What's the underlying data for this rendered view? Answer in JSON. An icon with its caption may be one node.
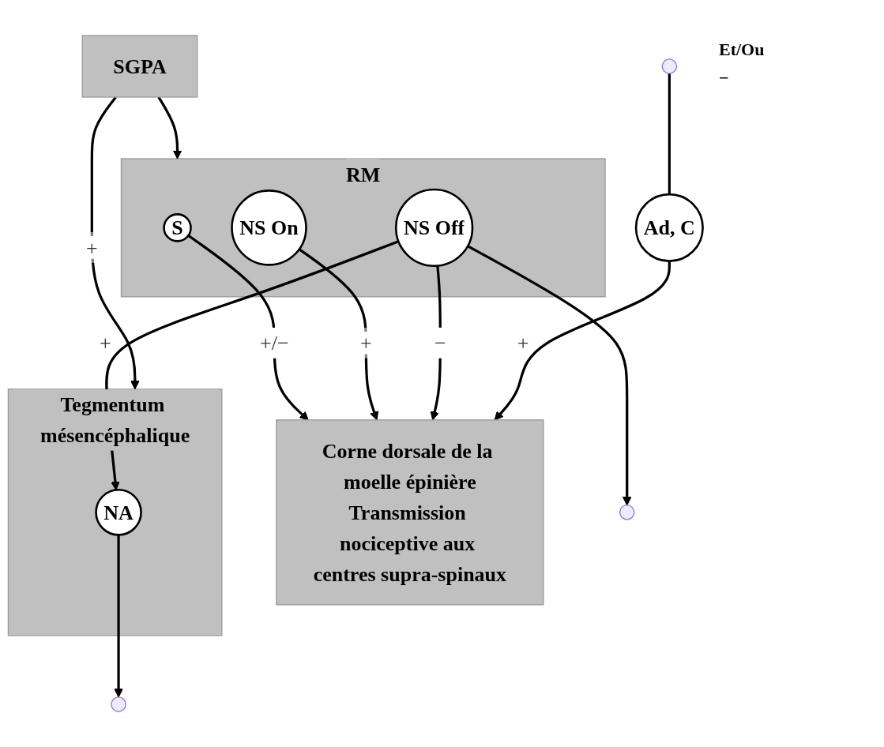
{
  "diagram": {
    "nodes": [
      {
        "text": [
          "SGPA"
        ]
      },
      {
        "text": [
          "RM"
        ]
      },
      {
        "text": [
          "S"
        ],
        "in": 1
      },
      {
        "text": [
          "NS On"
        ],
        "in": 1
      },
      {
        "text": [
          "NS Off"
        ],
        "in": 1
      },
      {
        "text": [
          "Tegmentum mésencéphalique"
        ]
      },
      {
        "text": [
          "NA"
        ],
        "in": 5
      },
      {
        "text": [
          "Corne dorsale de la moelle épinière",
          "Transmission nociceptive aux centres supra-spinaux"
        ]
      },
      {
        "text": [
          "Ad, C"
        ]
      }
    ],
    "edges": [
      {
        "from": 0,
        "to": 1,
        "arrow": "to"
      },
      {
        "from": 0,
        "to": 5,
        "arrow": "to",
        "label": "+"
      },
      {
        "from": 4,
        "to": 6,
        "arrow": "to",
        "label": "+"
      },
      {
        "from": 2,
        "to": 7,
        "arrow": "to",
        "label": "+/−"
      },
      {
        "from": 3,
        "to": 7,
        "arrow": "to",
        "label": "+"
      },
      {
        "from": 4,
        "to": 7,
        "arrow": "to",
        "label": "−"
      },
      {
        "from": 4,
        "to": null,
        "arrow": "to"
      },
      {
        "from": 6,
        "to": null,
        "arrow": "to"
      },
      {
        "from": null,
        "to": 8,
        "arrow": "none"
      },
      {
        "from": 8,
        "to": 7,
        "arrow": "to",
        "label": "+"
      }
    ],
    "labels": [
      "Et/Ou",
      "−"
    ]
  }
}
